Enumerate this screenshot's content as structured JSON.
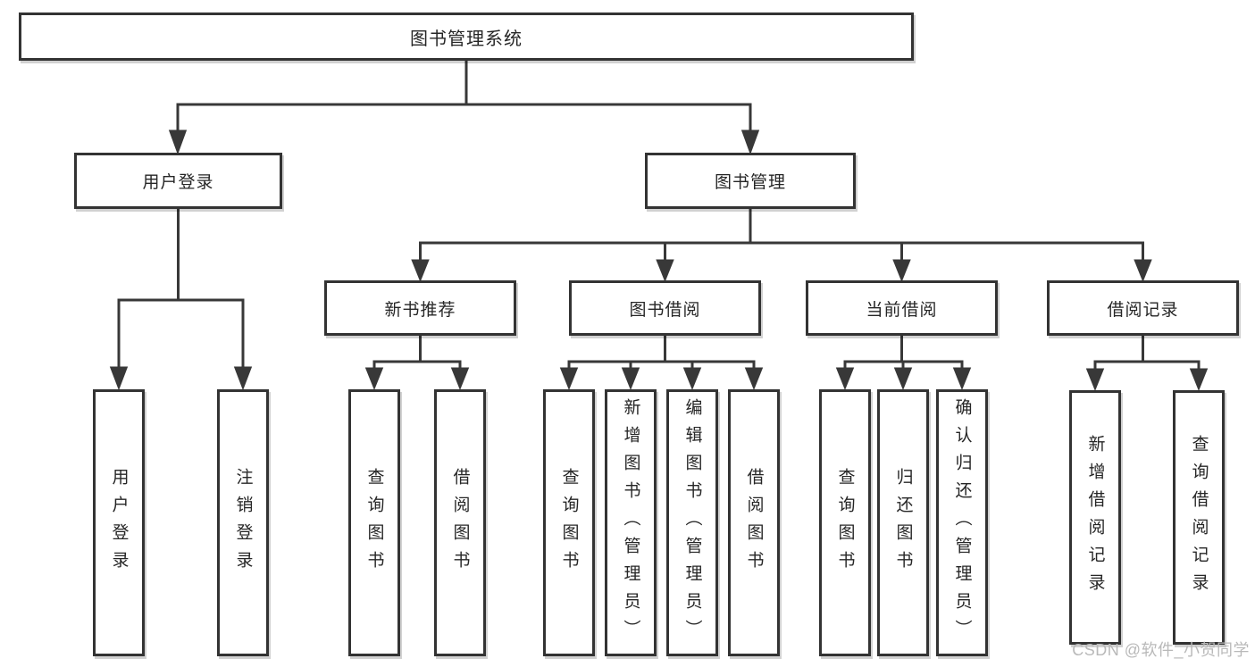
{
  "diagram": {
    "type": "hierarchy-tree",
    "root": {
      "label": "图书管理系统"
    },
    "level2": [
      {
        "id": "user-login",
        "label": "用户登录"
      },
      {
        "id": "book-management",
        "label": "图书管理"
      }
    ],
    "level3": [
      {
        "id": "new-book-recommendation",
        "parent": "图书管理",
        "label": "新书推荐"
      },
      {
        "id": "book-borrowing",
        "parent": "图书管理",
        "label": "图书借阅"
      },
      {
        "id": "current-borrowing",
        "parent": "图书管理",
        "label": "当前借阅"
      },
      {
        "id": "borrowing-records",
        "parent": "图书管理",
        "label": "借阅记录"
      }
    ],
    "leaves": [
      {
        "parent": "用户登录",
        "label": "用户登录"
      },
      {
        "parent": "用户登录",
        "label": "注销登录"
      },
      {
        "parent": "新书推荐",
        "label": "查询图书"
      },
      {
        "parent": "新书推荐",
        "label": "借阅图书"
      },
      {
        "parent": "图书借阅",
        "label": "查询图书"
      },
      {
        "parent": "图书借阅",
        "label": "新增图书（管理员）"
      },
      {
        "parent": "图书借阅",
        "label": "编辑图书（管理员）"
      },
      {
        "parent": "图书借阅",
        "label": "借阅图书"
      },
      {
        "parent": "当前借阅",
        "label": "查询图书"
      },
      {
        "parent": "当前借阅",
        "label": "归还图书"
      },
      {
        "parent": "当前借阅",
        "label": "确认归还（管理员）"
      },
      {
        "parent": "借阅记录",
        "label": "新增借阅记录"
      },
      {
        "parent": "借阅记录",
        "label": "查询借阅记录"
      }
    ],
    "colors": {
      "line": "#383838",
      "box_border": "#333333",
      "box_fill": "#ffffff",
      "text": "#262626"
    }
  },
  "watermark": {
    "text": "CSDN @软件_小贺同学",
    "color": "#b9b9b9"
  }
}
